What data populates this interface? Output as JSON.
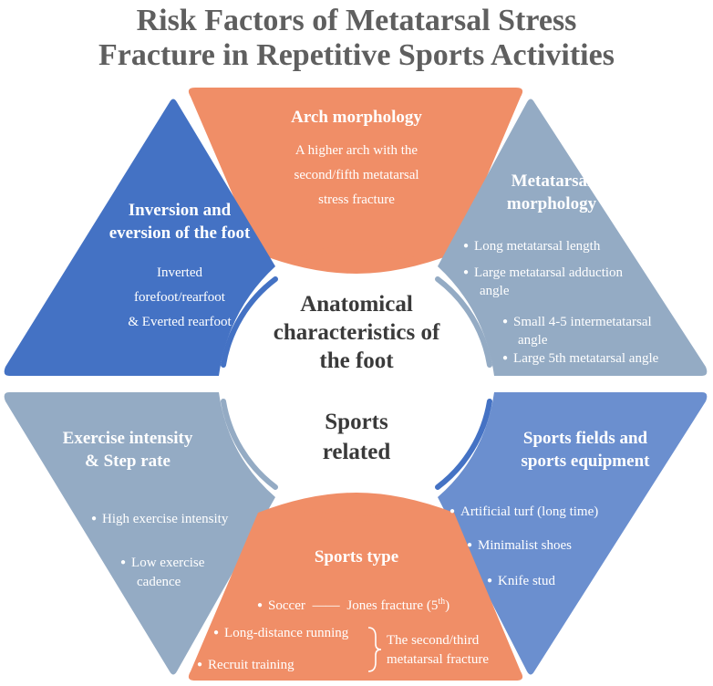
{
  "title": {
    "line1": "Risk Factors of Metatarsal Stress",
    "line2": "Fracture in Repetitive  Sports Activities"
  },
  "center": {
    "anatomical": [
      "Anatomical",
      "characteristics of",
      "the foot"
    ],
    "sports": [
      "Sports",
      "related"
    ]
  },
  "panels": {
    "arch": {
      "title": "Arch morphology",
      "body": [
        "A higher arch with the",
        "second/fifth metatarsal",
        "stress fracture"
      ]
    },
    "metatarsal": {
      "title": [
        "Metatarsal",
        "morphology"
      ],
      "bullets": [
        "Long metatarsal length",
        "Large metatarsal adduction",
        "angle",
        "Small 4-5 intermetatarsal",
        "angle",
        "Large 5th metatarsal angle"
      ]
    },
    "inversion": {
      "title": [
        "Inversion and",
        "eversion of the foot"
      ],
      "body": [
        "Inverted",
        "forefoot/rearfoot",
        "& Everted rearfoot"
      ]
    },
    "exercise": {
      "title": [
        "Exercise intensity",
        "& Step rate"
      ],
      "bullets": [
        "High exercise intensity",
        "Low exercise",
        "cadence"
      ]
    },
    "fields": {
      "title": [
        "Sports fields and",
        "sports equipment"
      ],
      "bullets": [
        "Artificial turf (long time)",
        "Minimalist shoes",
        "Knife stud"
      ]
    },
    "sportstype": {
      "title": "Sports type",
      "soccer": "Soccer",
      "dash": "——",
      "jones": "Jones fracture (5",
      "jones_sup": "th",
      "jones_close": ")",
      "running": "Long-distance running",
      "recruit": "Recruit training",
      "fracture": [
        "The second/third",
        "metatarsal fracture"
      ]
    }
  },
  "colors": {
    "orange": "#f08e67",
    "dark_blue": "#4472c4",
    "medium_blue": "#6b8fcf",
    "gray_blue": "#94abc4"
  }
}
